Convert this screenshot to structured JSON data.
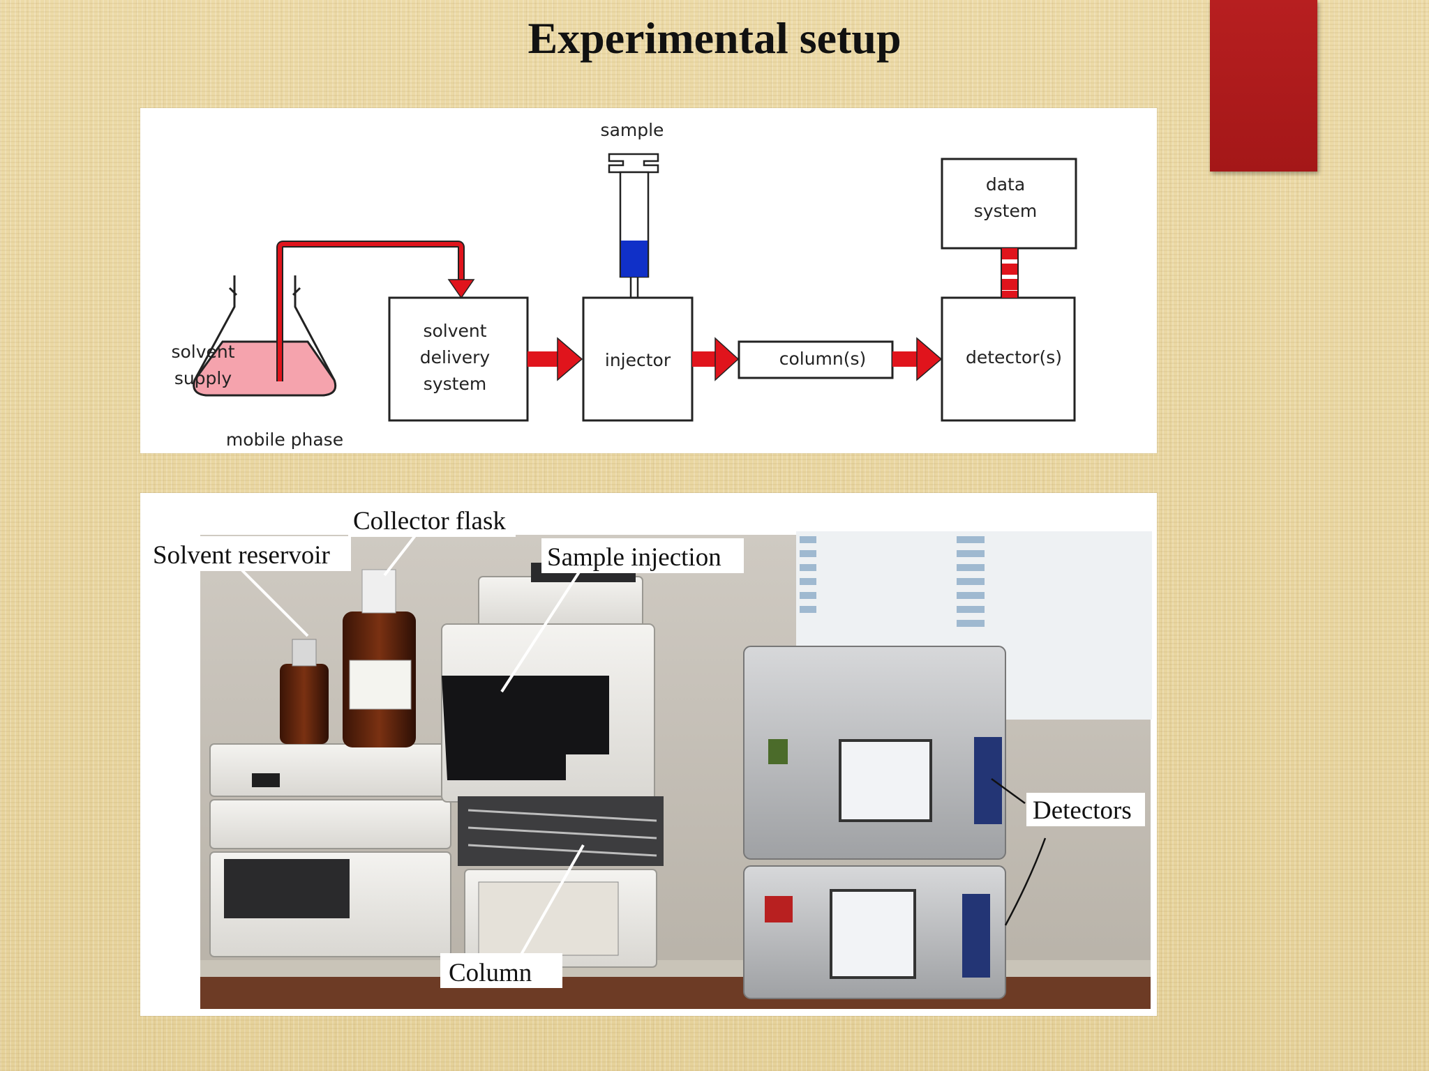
{
  "slide": {
    "title": "Experimental setup",
    "accent_color": "#b01c1d"
  },
  "diagram": {
    "labels": {
      "sample": "sample",
      "data_system_line1": "data",
      "data_system_line2": "system",
      "solvent_supply_line1": "solvent",
      "solvent_supply_line2": "supply",
      "mobile_phase": "mobile phase",
      "solvent_delivery_line1": "solvent",
      "solvent_delivery_line2": "delivery",
      "solvent_delivery_line3": "system",
      "injector": "injector",
      "column": "column(s)",
      "detector": "detector(s)"
    },
    "colors": {
      "flow_arrow": "#e0141c",
      "sample_fill": "#1030c8",
      "mobile_phase_fill": "#f5a3ad"
    }
  },
  "photo": {
    "labels": {
      "collector_flask": "Collector flask",
      "solvent_reservoir": "Solvent reservoir",
      "sample_injection": "Sample injection",
      "detectors": "Detectors",
      "column": "Column"
    }
  }
}
